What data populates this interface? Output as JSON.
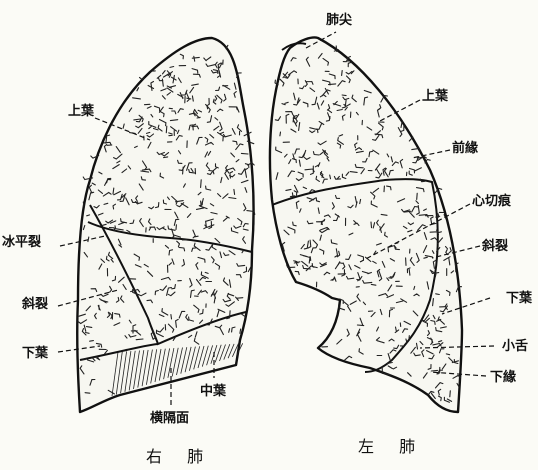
{
  "right_lung": {
    "caption": "右 肺",
    "labels": {
      "upper_lobe": "上葉",
      "horizontal_fissure": "冰平裂",
      "oblique_fissure": "斜裂",
      "lower_lobe": "下葉",
      "diaphragmatic_surface": "横隔面",
      "middle_lobe": "中葉"
    }
  },
  "left_lung": {
    "caption": "左 肺",
    "labels": {
      "apex": "肺尖",
      "upper_lobe": "上葉",
      "anterior_border": "前緣",
      "cardiac_notch": "心切痕",
      "oblique_fissure": "斜裂",
      "lower_lobe": "下葉",
      "lingula": "小舌",
      "inferior_border": "下緣"
    }
  }
}
